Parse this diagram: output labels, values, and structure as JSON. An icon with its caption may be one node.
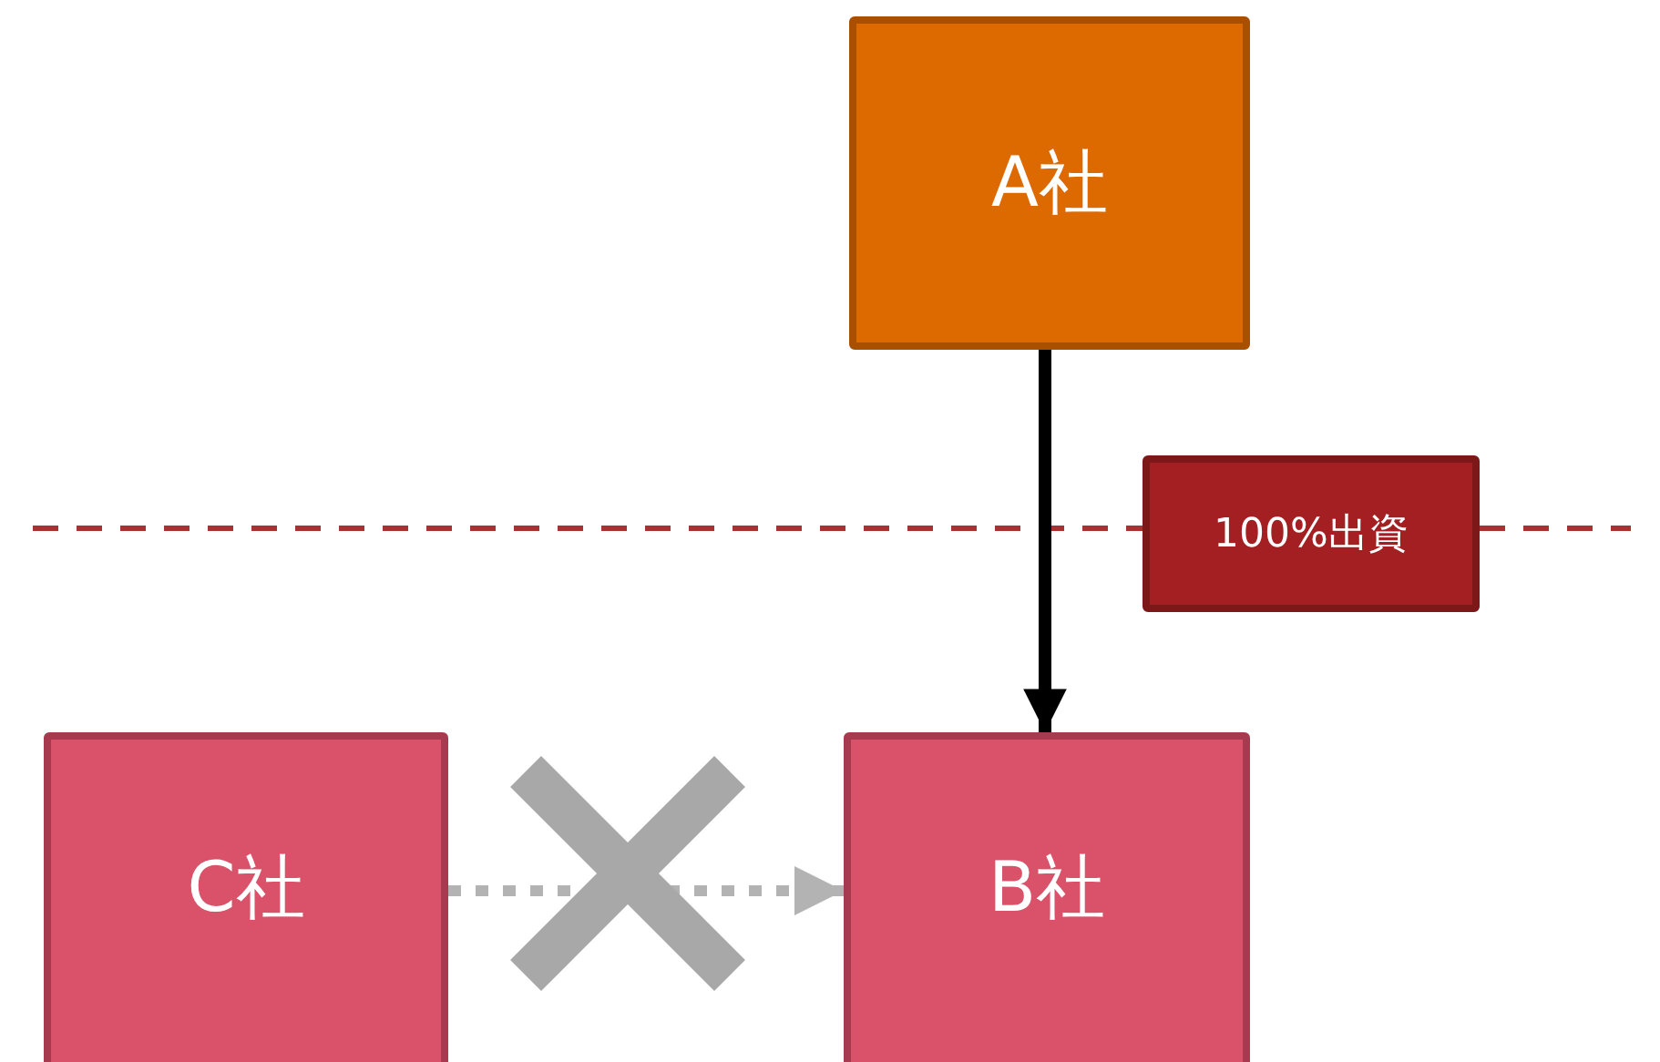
{
  "diagram": {
    "nodes": [
      {
        "text": [
          "A社"
        ]
      },
      {
        "text": [
          "100%出資"
        ]
      },
      {
        "text": [
          "C社"
        ]
      },
      {
        "text": [
          "B社"
        ]
      }
    ],
    "edges": [
      {
        "from": 0,
        "to": 3,
        "arrow": "to"
      },
      {
        "from": 2,
        "to": 3,
        "arrow": "to",
        "style": "dashed",
        "color": "#b3b3b3"
      }
    ]
  }
}
